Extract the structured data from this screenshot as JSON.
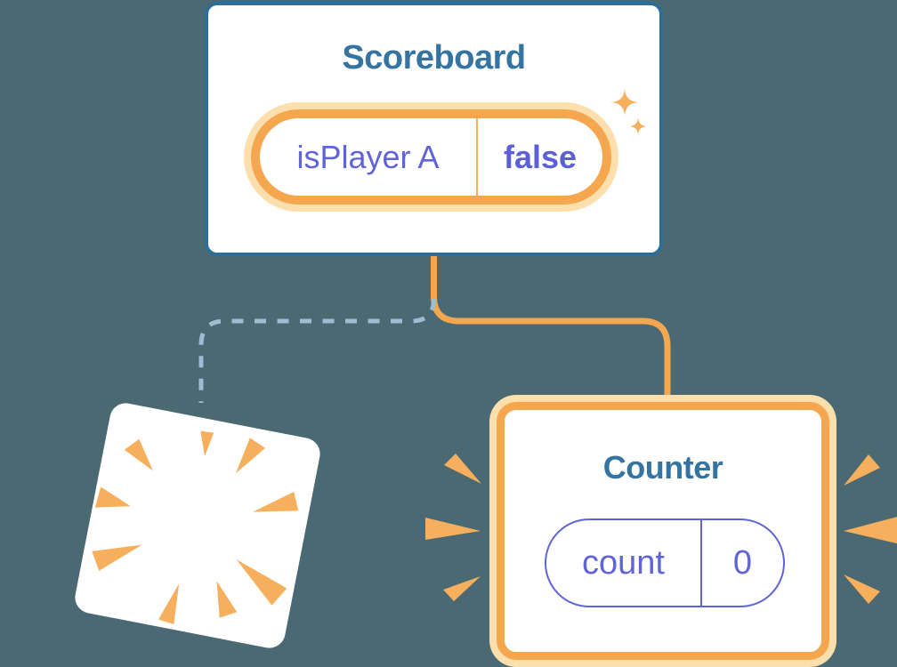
{
  "scoreboard_card": {
    "title": "Scoreboard",
    "state_pill": {
      "label": "isPlayer A",
      "value": "false"
    }
  },
  "counter_card": {
    "title": "Counter",
    "state_pill": {
      "label": "count",
      "value": "0"
    }
  },
  "icons": {
    "sparkles": "sparkles-icon",
    "burst": "destroyed-component-burst-icon",
    "emphasis_left": "emphasis-marks-left-icon",
    "emphasis_right": "emphasis-marks-right-icon"
  },
  "colors": {
    "background": "#4A6972",
    "card_border_blue": "#2D6E98",
    "title_blue": "#3573A0",
    "accent_orange": "#F5A750",
    "accent_orange_light": "#FCDFAC",
    "ray_orange": "#F6AF5C",
    "state_purple": "#6064D8",
    "dashed_connector_blue": "#A0BCD3",
    "card_white": "#FFFFFF"
  }
}
